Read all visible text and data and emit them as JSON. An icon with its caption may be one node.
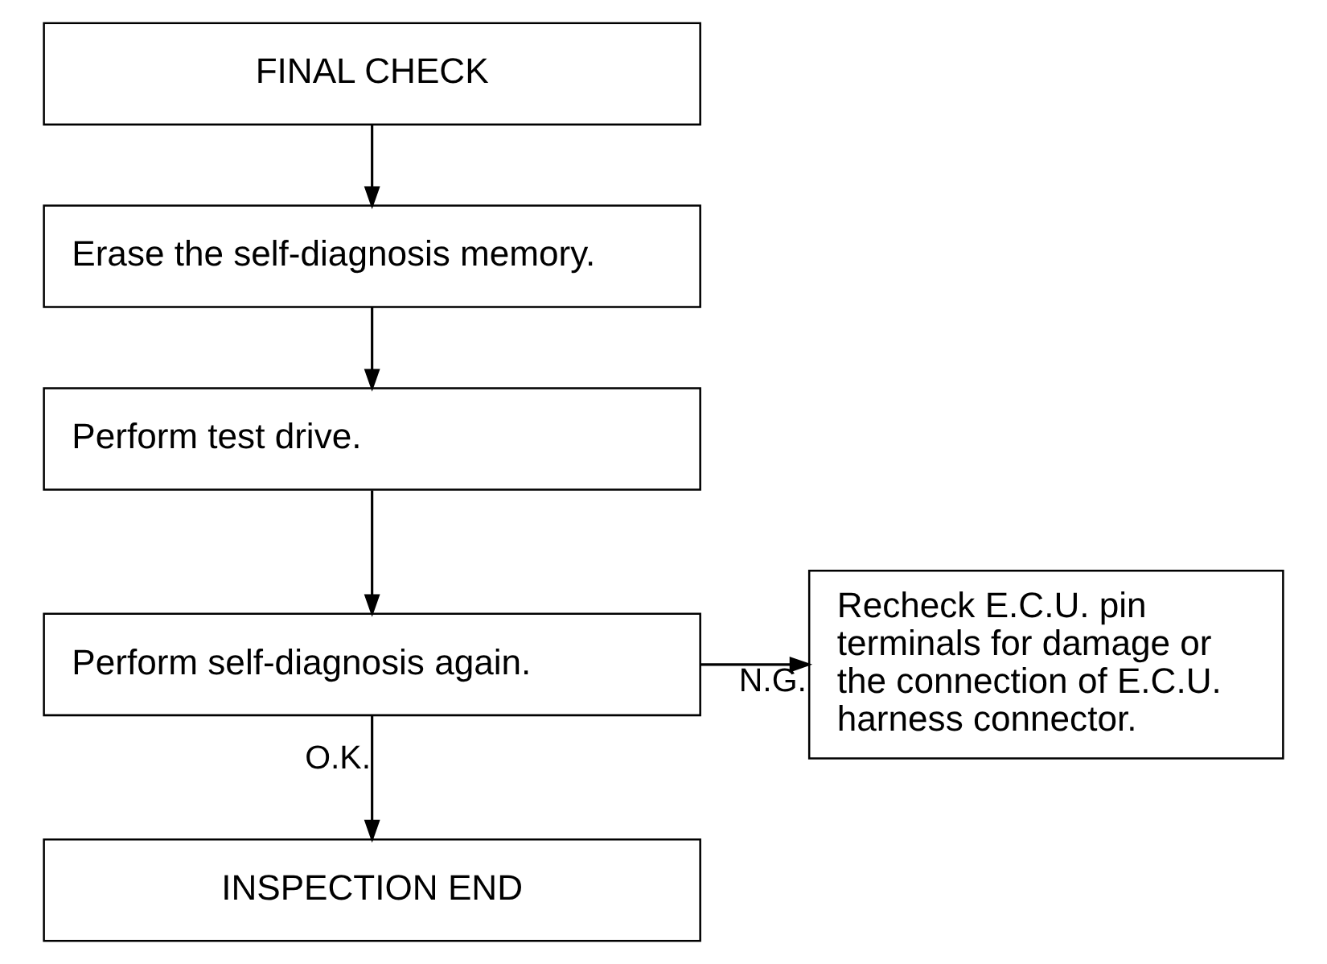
{
  "diagram": {
    "nodes": [
      {
        "text": [
          "FINAL CHECK"
        ]
      },
      {
        "text": [
          "Erase the self-diagnosis memory."
        ]
      },
      {
        "text": [
          "Perform test drive."
        ]
      },
      {
        "text": [
          "Perform self-diagnosis again."
        ]
      },
      {
        "text": [
          "Recheck E.C.U. pin terminals for damage or the connection of E.C.U. harness connector."
        ]
      },
      {
        "text": [
          "INSPECTION END"
        ]
      }
    ],
    "edges": [
      {
        "from": 0,
        "to": 1,
        "arrow": "to"
      },
      {
        "from": 1,
        "to": 2,
        "arrow": "to"
      },
      {
        "from": 2,
        "to": 3,
        "arrow": "to"
      },
      {
        "from": 3,
        "to": 4,
        "arrow": "to",
        "label": "N.G."
      },
      {
        "from": 3,
        "to": 5,
        "arrow": "to",
        "label": "O.K."
      }
    ]
  }
}
